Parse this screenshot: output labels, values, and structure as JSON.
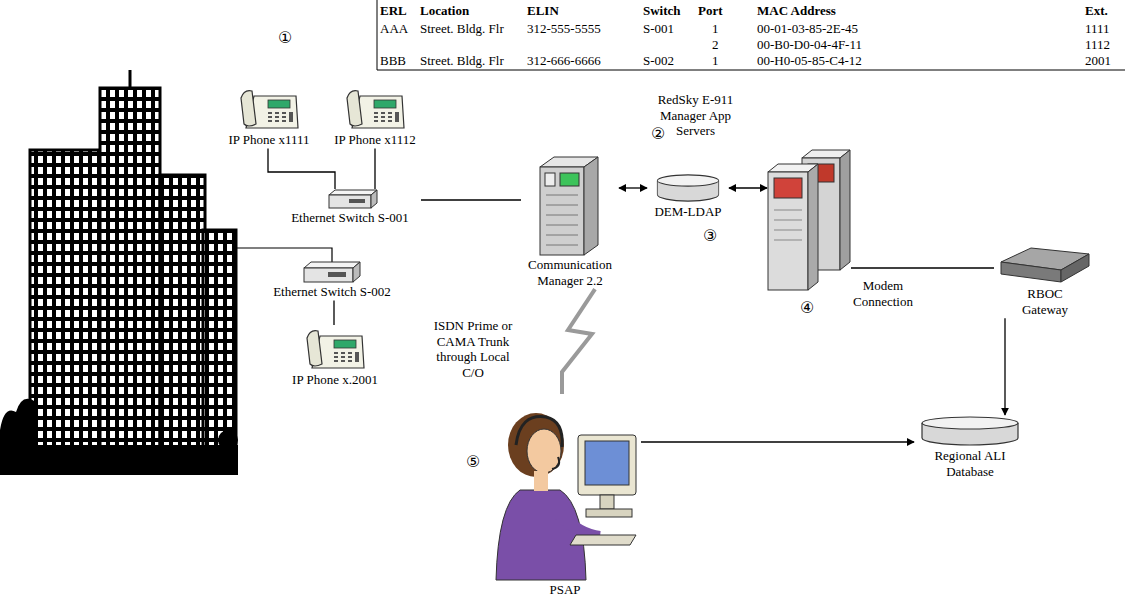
{
  "diagram": {
    "nodes": [
      {
        "text": [
          "IP Phone x1111"
        ]
      },
      {
        "text": [
          "IP Phone x1112"
        ]
      },
      {
        "text": [
          "RedSky E-911 Manager App Servers"
        ]
      },
      {
        "text": [
          "Ethernet Switch S-001"
        ]
      },
      {
        "text": [
          "Communication Manager 2.2"
        ]
      },
      {
        "text": [
          "DEM-LDAP"
        ]
      },
      {
        "text": [
          "RBOC Gateway"
        ]
      },
      {
        "text": [
          "Ethernet Switch S-002"
        ]
      },
      {
        "text": [
          "IP Phone x.2001"
        ]
      },
      {
        "text": [
          "PSAP"
        ]
      },
      {
        "text": [
          "Regional ALI Database"
        ]
      }
    ],
    "edges": [
      {
        "from": 0,
        "to": 3,
        "arrow": "none"
      },
      {
        "from": 1,
        "to": 3,
        "arrow": "none"
      },
      {
        "from": 3,
        "to": 4,
        "arrow": "none"
      },
      {
        "from": 4,
        "to": 5,
        "arrow": "both"
      },
      {
        "from": 5,
        "to": 2,
        "arrow": "both"
      },
      {
        "from": 2,
        "to": 6,
        "label": "Modem Connection",
        "arrow": "none"
      },
      {
        "from": 6,
        "to": 10,
        "arrow": "to"
      },
      {
        "from": 9,
        "to": 10,
        "arrow": "to"
      },
      {
        "from": 4,
        "to": 9,
        "label": "ISDN Prime or CAMA Trunk through Local C/O",
        "arrow": "none"
      },
      {
        "from": 7,
        "to": 8,
        "arrow": "none"
      }
    ],
    "labels": [
      "①",
      "ERL",
      "Location",
      "ELIN",
      "Switch",
      "Port",
      "MAC Address",
      "Ext.",
      "AAA",
      "Street. Bldg. Flr",
      "312-555-5555",
      "S-001",
      "1",
      "00-01-03-85-2E-45",
      "1111",
      "2",
      "00-B0-D0-04-4F-11",
      "1112",
      "BBB",
      "Street. Bldg. Flr",
      "312-666-6666",
      "S-002",
      "1",
      "00-H0-05-85-C4-12",
      "2001",
      "②",
      "③",
      "④",
      "⑤"
    ]
  }
}
